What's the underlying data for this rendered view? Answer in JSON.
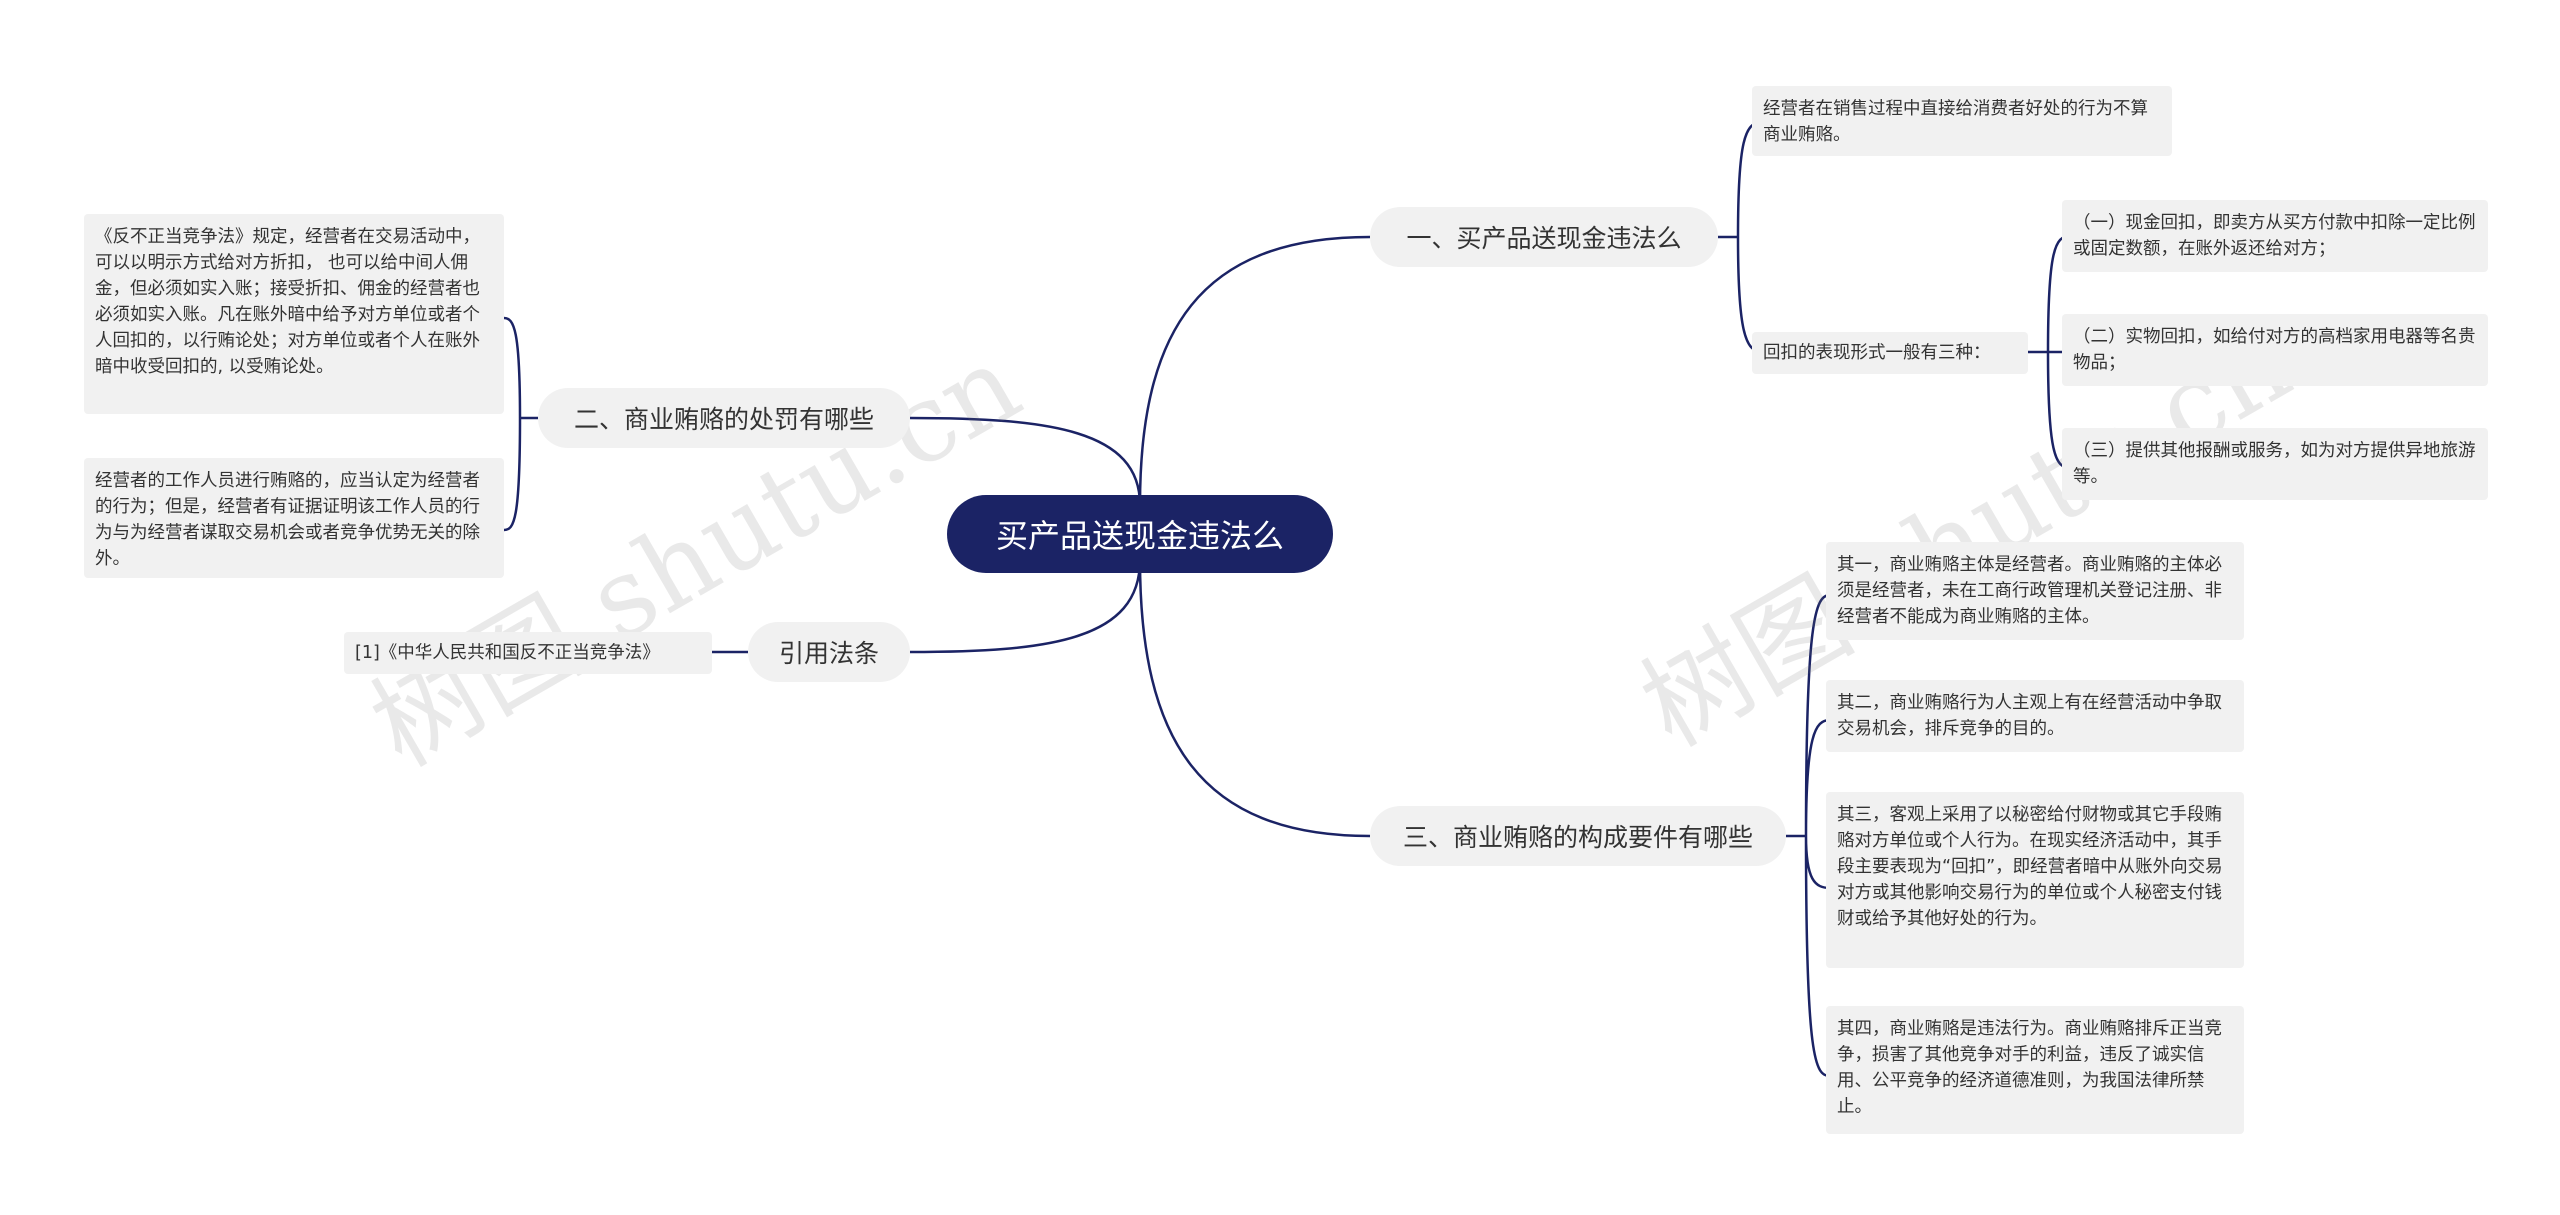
{
  "root": {
    "label": "买产品送现金违法么"
  },
  "branches": {
    "b1": {
      "label": "一、买产品送现金违法么",
      "leaf1": "经营者在销售过程中直接给消费者好处的行为不算商业贿赂。",
      "sub": {
        "label": "回扣的表现形式一般有三种：",
        "items": [
          "（一）现金回扣，即卖方从买方付款中扣除一定比例或固定数额，在账外返还给对方；",
          "（二）实物回扣，如给付对方的高档家用电器等名贵物品；",
          "（三）提供其他报酬或服务，如为对方提供异地旅游等。"
        ]
      }
    },
    "b2": {
      "label": "二、商业贿赂的处罚有哪些",
      "items": [
        "《反不正当竞争法》规定，经营者在交易活动中，可以以明示方式给对方折扣， 也可以给中间人佣金，但必须如实入账；接受折扣、佣金的经营者也必须如实入账。凡在账外暗中给予对方单位或者个人回扣的，以行贿论处；对方单位或者个人在账外暗中收受回扣的, 以受贿论处。",
        "经营者的工作人员进行贿赂的，应当认定为经营者的行为；但是，经营者有证据证明该工作人员的行为与为经营者谋取交易机会或者竞争优势无关的除外。"
      ]
    },
    "b3": {
      "label": "引用法条",
      "items": [
        "[1]《中华人民共和国反不正当竞争法》"
      ]
    },
    "b4": {
      "label": "三、商业贿赂的构成要件有哪些",
      "items": [
        "其一，商业贿赂主体是经营者。商业贿赂的主体必须是经营者，未在工商行政管理机关登记注册、非经营者不能成为商业贿赂的主体。",
        "其二，商业贿赂行为人主观上有在经营活动中争取交易机会，排斥竞争的目的。",
        "其三，客观上采用了以秘密给付财物或其它手段贿赂对方单位或个人行为。在现实经济活动中，其手段主要表现为“回扣”，即经营者暗中从账外向交易对方或其他影响交易行为的单位或个人秘密支付钱财或给予其他好处的行为。",
        "其四，商业贿赂是违法行为。商业贿赂排斥正当竞争，损害了其他竞争对手的利益，违反了诚实信用、公平竞争的经济道德准则，为我国法律所禁止。"
      ]
    }
  },
  "watermark": "树图 shutu.cn",
  "colors": {
    "root": "#1b2365",
    "line": "#1b2365",
    "node_bg": "#f1f1f1"
  }
}
